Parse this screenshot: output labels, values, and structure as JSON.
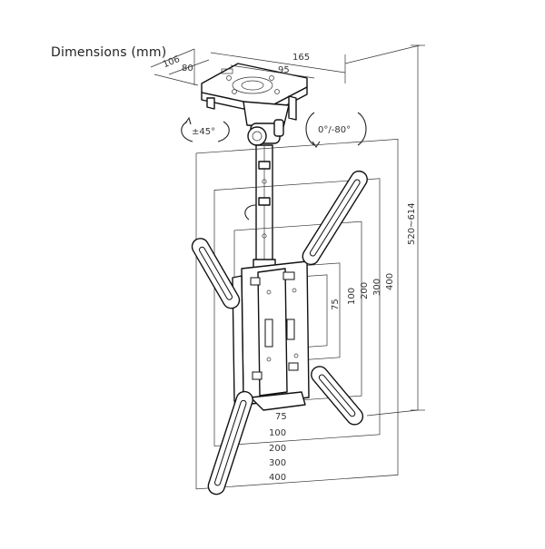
{
  "title": "Dimensions (mm)",
  "rotation": {
    "swivel": "±45°",
    "tilt": "0°/-80°"
  },
  "top_dims": {
    "d106": "106",
    "d80": "80",
    "d165": "165",
    "d95": "95"
  },
  "height_dim": "520~614",
  "vesa_vertical": {
    "v75": "75",
    "v100": "100",
    "v200": "200",
    "v300": "300",
    "v400": "400"
  },
  "vesa_horizontal": {
    "h75": "75",
    "h100": "100",
    "h200": "200",
    "h300": "300",
    "h400": "400"
  }
}
